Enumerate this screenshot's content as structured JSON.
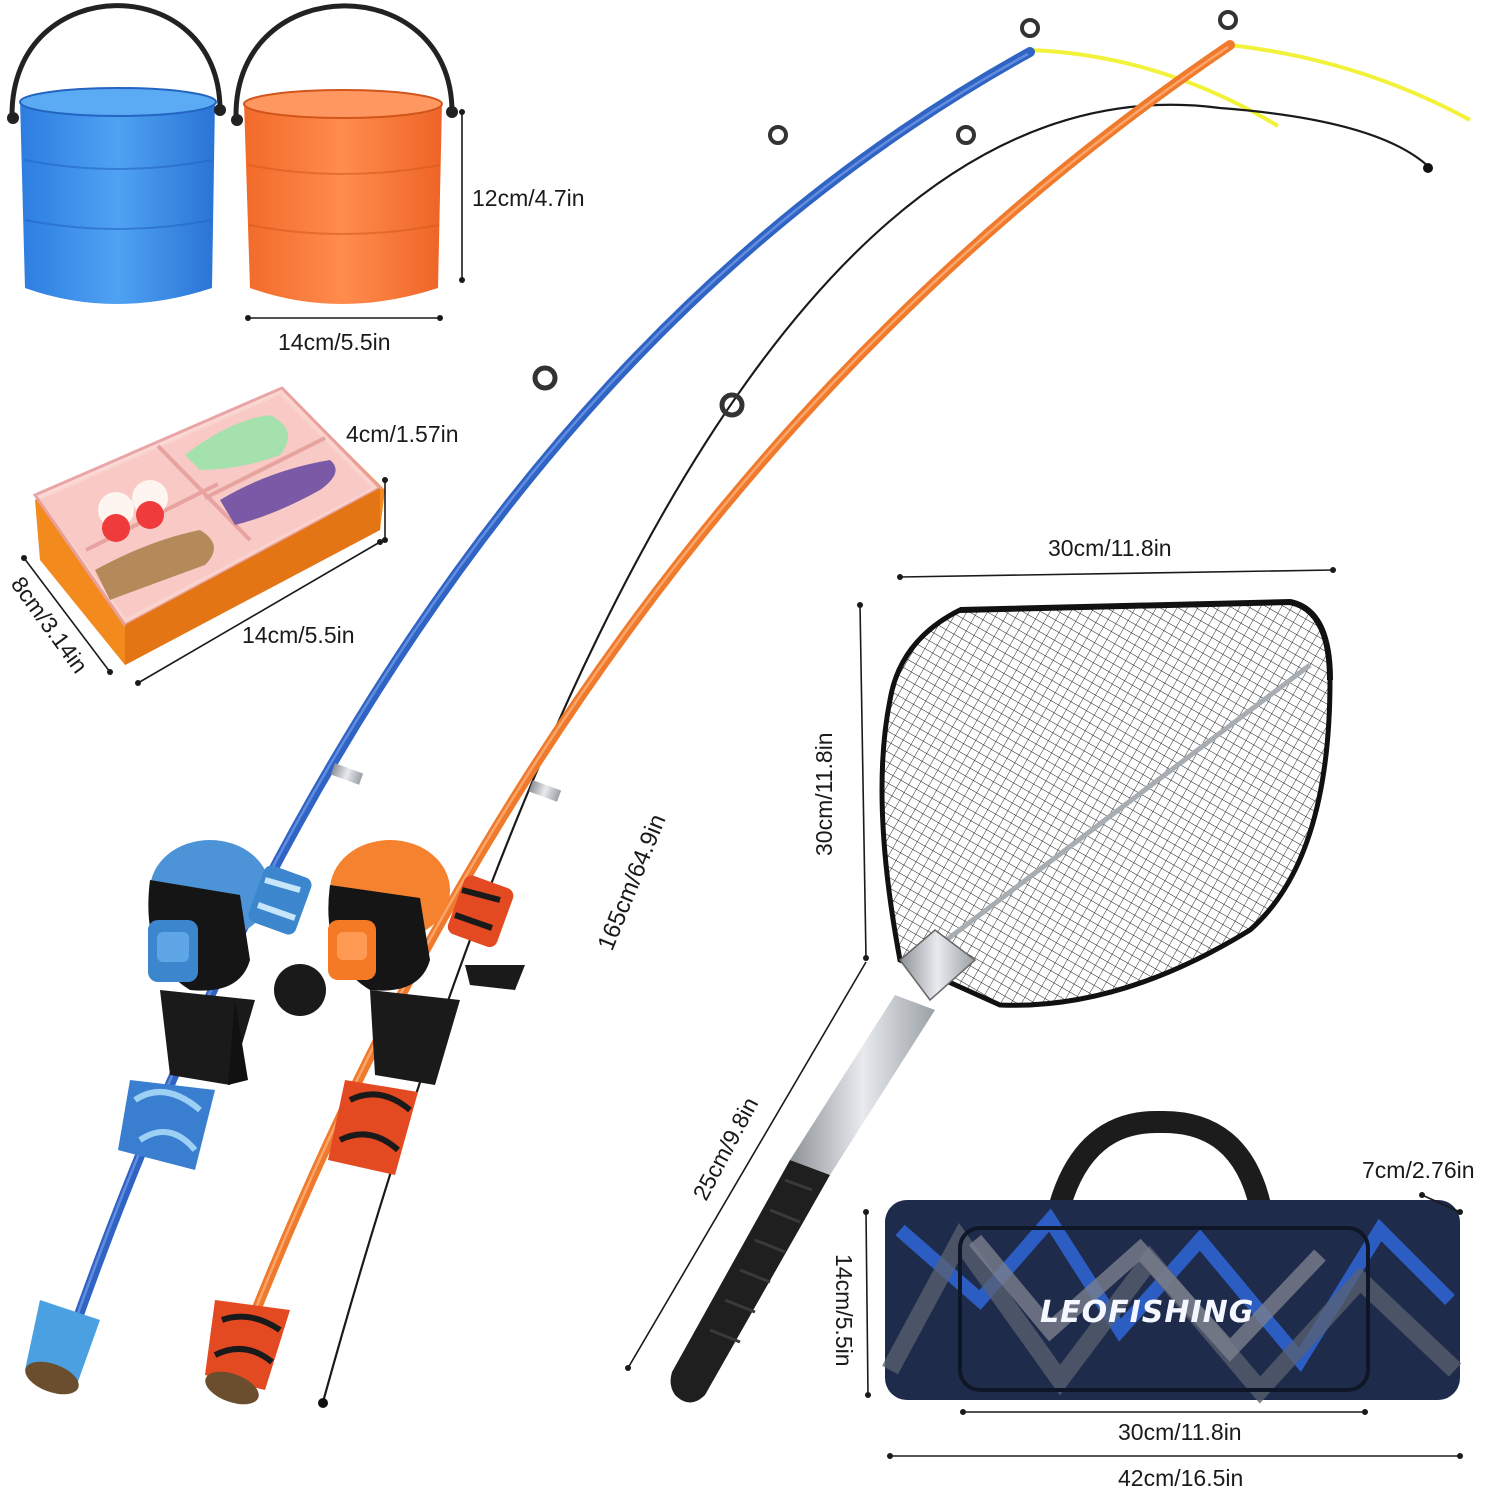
{
  "colors": {
    "blue_accent": "#2f63c4",
    "orange_accent": "#f07a2b",
    "line_yellow": "#f2f23a",
    "net_black": "#1a1a1a",
    "dimension_text": "#1a1a1a"
  },
  "buckets": {
    "height_label": "12cm/4.7in",
    "width_label": "14cm/5.5in"
  },
  "tackle_box": {
    "height_label": "4cm/1.57in",
    "length_label": "14cm/5.5in",
    "width_label": "8cm/3.14in"
  },
  "rods": {
    "length_label": "165cm/64.9in"
  },
  "landing_net": {
    "width_label": "30cm/11.8in",
    "height_label": "30cm/11.8in",
    "handle_label": "25cm/9.8in"
  },
  "bag": {
    "brand": "LEOFISHING",
    "depth_label": "7cm/2.76in",
    "height_label": "14cm/5.5in",
    "pocket_label": "30cm/11.8in",
    "length_label": "42cm/16.5in"
  }
}
